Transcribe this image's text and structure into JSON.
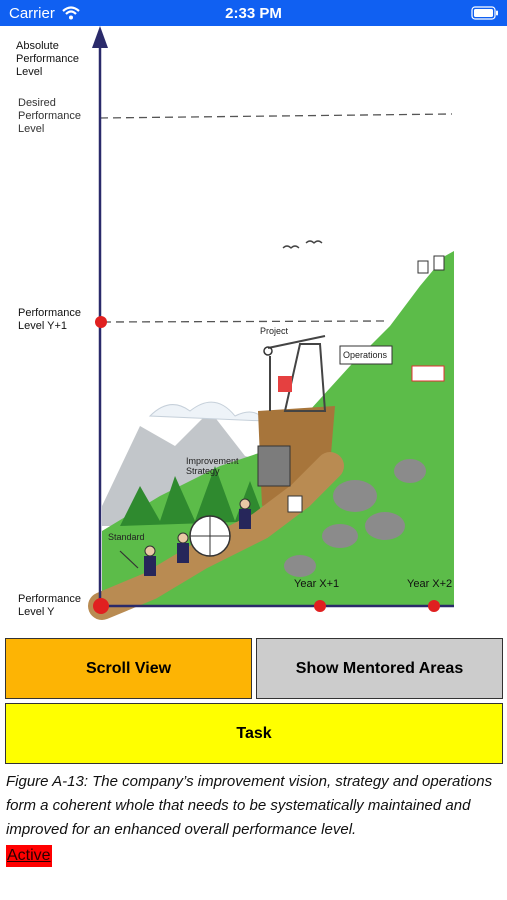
{
  "status_bar": {
    "carrier": "Carrier",
    "time": "2:33 PM",
    "icons": [
      "wifi-icon",
      "battery-icon"
    ]
  },
  "figure": {
    "y_axis_title": "Absolute Performance Level",
    "levels": {
      "desired": "Desired Performance Level",
      "next": "Performance Level Y+1",
      "base": "Performance Level Y"
    },
    "x_ticks": [
      "Year X+1",
      "Year X+2"
    ],
    "illustration_labels": {
      "project": "Project",
      "operations": "Operations",
      "improvement_strategy": "Improvement Strategy",
      "standard": "Standard"
    }
  },
  "buttons": {
    "scroll_view": "Scroll View",
    "show_mentored_areas": "Show Mentored Areas",
    "task": "Task"
  },
  "caption": "Figure A-13: The company’s improvement vision, strategy and operations form a coherent whole that needs to be systematically maintained and improved for an enhanced overall performance level.",
  "active_link": "Active",
  "colors": {
    "status_bar": "#1060f2",
    "scroll_view_button": "#fdb404",
    "mentored_button": "#cccccc",
    "task_button": "#ffff00",
    "active_link": "#ff0000",
    "axis": "#2a2a6a",
    "marker": "#e02020"
  }
}
